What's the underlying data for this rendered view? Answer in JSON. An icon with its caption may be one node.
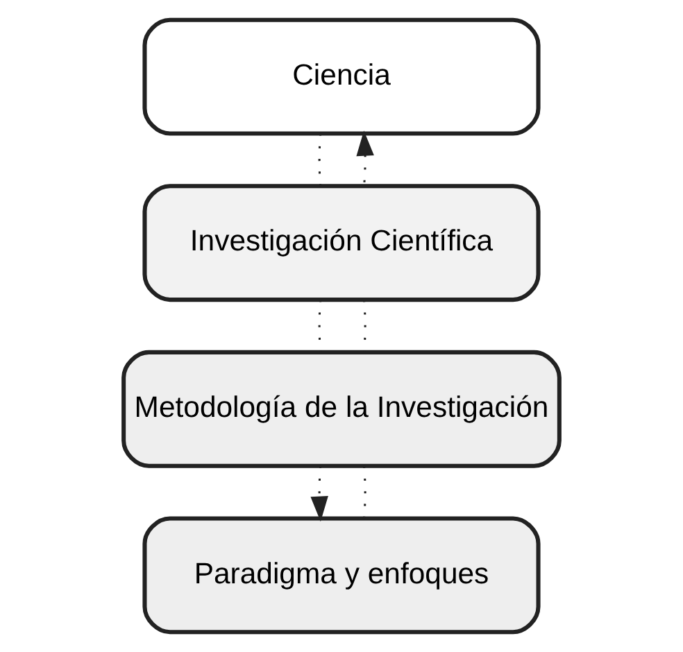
{
  "diagram": {
    "nodes": [
      {
        "text": [
          "Ciencia"
        ]
      },
      {
        "text": [
          "Investigación Científica"
        ]
      },
      {
        "text": [
          "Metodología de la Investigación"
        ]
      },
      {
        "text": [
          "Paradigma y enfoques"
        ]
      }
    ],
    "edges": [
      {
        "from": 0,
        "to": 1,
        "arrow": "none",
        "style": "dashed"
      },
      {
        "from": 1,
        "to": 0,
        "arrow": "to",
        "style": "dashed"
      },
      {
        "from": 1,
        "to": 2,
        "arrow": "none",
        "style": "dashed"
      },
      {
        "from": 1,
        "to": 2,
        "arrow": "none",
        "style": "dashed"
      },
      {
        "from": 2,
        "to": 3,
        "arrow": "to",
        "style": "dashed"
      },
      {
        "from": 2,
        "to": 3,
        "arrow": "none",
        "style": "dashed"
      }
    ]
  }
}
